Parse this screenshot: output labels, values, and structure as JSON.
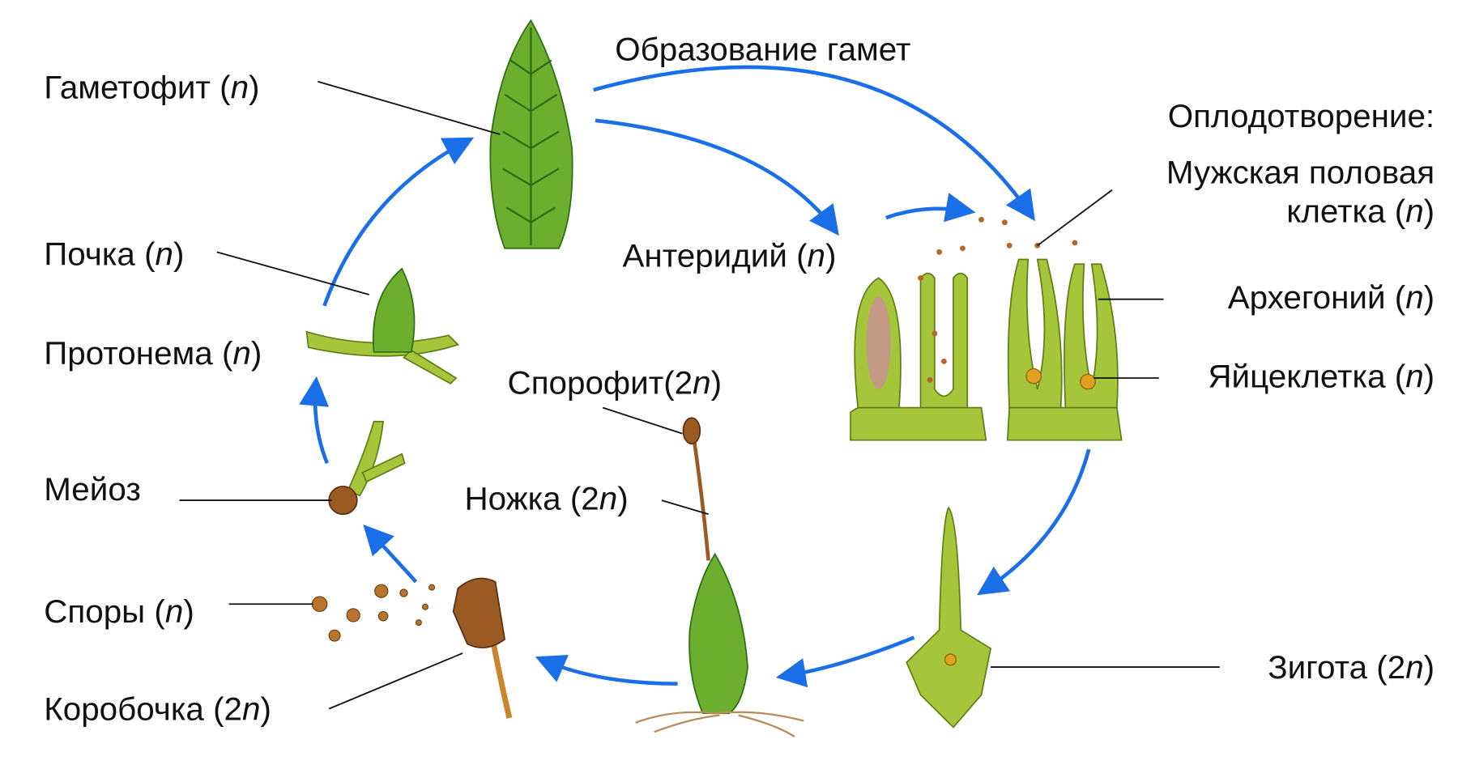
{
  "title": "Образование гамет",
  "labels": {
    "gametophyte": {
      "pre": "Гаметофит (",
      "var": "n",
      "post": ")"
    },
    "fertilization": "Оплодотворение:",
    "male_cell_1": "Мужская половая",
    "male_cell_2": {
      "pre": "клетка (",
      "var": "n",
      "post": ")"
    },
    "antheridium": {
      "pre": "Антеридий (",
      "var": "n",
      "post": ")"
    },
    "archegonium": {
      "pre": "Архегоний (",
      "var": "n",
      "post": ")"
    },
    "egg": {
      "pre": "Яйцеклетка (",
      "var": "n",
      "post": ")"
    },
    "bud": {
      "pre": "Почка (",
      "var": "n",
      "post": ")"
    },
    "protonema": {
      "pre": "Протонема (",
      "var": "n",
      "post": ")"
    },
    "sporophyte": {
      "pre": "Спорофит(2",
      "var": "n",
      "post": ")"
    },
    "meiosis": "Мейоз",
    "seta": {
      "pre": "Ножка (2",
      "var": "n",
      "post": ")"
    },
    "spores": {
      "pre": "Споры (",
      "var": "n",
      "post": ")"
    },
    "capsule": {
      "pre": "Коробочка (2",
      "var": "n",
      "post": ")"
    },
    "zygote": {
      "pre": "Зигота (2",
      "var": "n",
      "post": ")"
    }
  },
  "colors": {
    "arrow": "#1a6fe8",
    "leaf": "#6cae2e",
    "cell": "#a5c63a",
    "brown": "#9a5a22"
  }
}
